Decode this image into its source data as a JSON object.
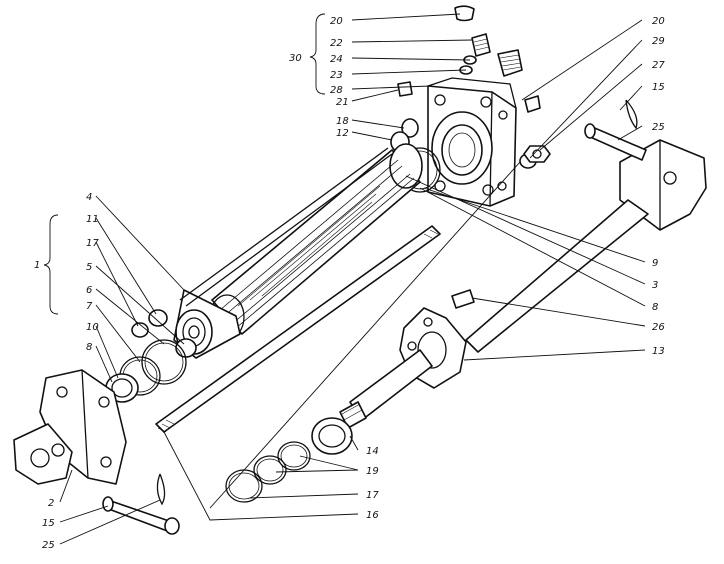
{
  "labels": {
    "l20a": "20",
    "l22": "22",
    "l24": "24",
    "l23": "23",
    "l28": "28",
    "l21": "21",
    "l30": "30",
    "l20b": "20",
    "l29": "29",
    "l27": "27",
    "l15a": "15",
    "l25a": "25",
    "l18": "18",
    "l12": "12",
    "l4": "4",
    "l11": "11",
    "l17a": "17",
    "l1": "1",
    "l5": "5",
    "l6": "6",
    "l7": "7",
    "l10": "10",
    "l8": "8",
    "l9": "9",
    "l3": "3",
    "l8b": "8",
    "l26": "26",
    "l13": "13",
    "l14": "14",
    "l19": "19",
    "l17b": "17",
    "l16": "16",
    "l2": "2",
    "l15b": "15",
    "l25b": "25"
  }
}
